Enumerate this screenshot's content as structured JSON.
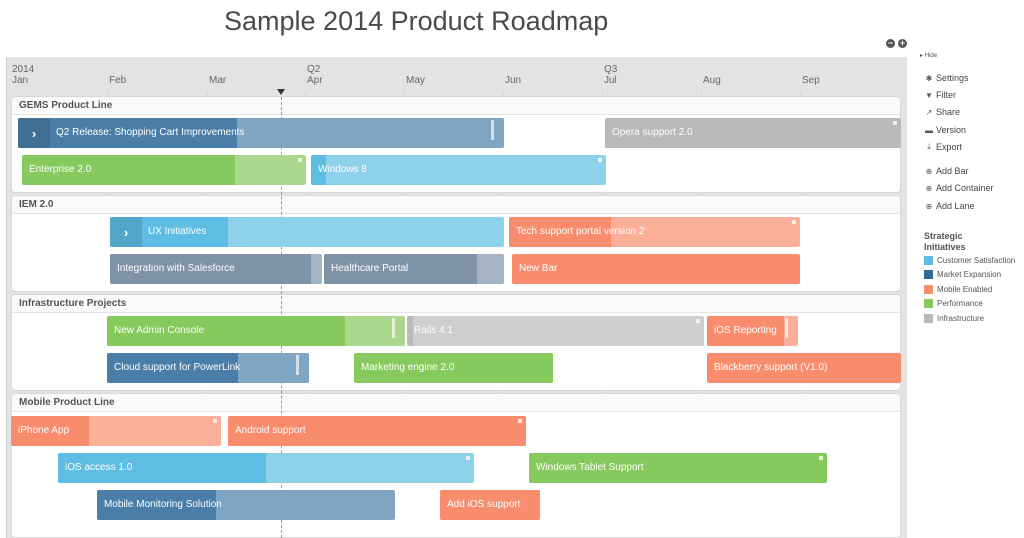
{
  "title": "Sample 2014 Product Roadmap",
  "colors": {
    "customer_satisfaction": "#5ebde3",
    "market_expansion": "#4a7ea8",
    "mobile_enabled": "#f98c6c",
    "performance": "#86c95c",
    "infrastructure": "#b9b9b9",
    "salesforce_grey_blue": "#7f93a8"
  },
  "timeline": {
    "year_label": "2014",
    "quarter_labels": [
      "Q2",
      "Q3"
    ],
    "months": [
      "Jan",
      "Feb",
      "Mar",
      "Apr",
      "May",
      "Jun",
      "Jul",
      "Aug",
      "Sep"
    ]
  },
  "containers": [
    {
      "title": "GEMS Product Line",
      "bars": [
        {
          "label": "Q2 Release: Shopping Cart Improvements",
          "chevron": true,
          "color": "#4a7ea8",
          "progress": 0.45
        },
        {
          "label": "Opera support 2.0",
          "color": "#b9b9b9",
          "progress": 1
        },
        {
          "label": "Enterprise 2.0",
          "color": "#86c95c",
          "progress": 0.75
        },
        {
          "label": "Windows 8",
          "color": "#5ebde3",
          "progress": 0.05
        }
      ]
    },
    {
      "title": "IEM 2.0",
      "bars": [
        {
          "label": "UX Initiatives",
          "chevron": true,
          "color": "#5ebde3",
          "progress": 0.3
        },
        {
          "label": "Tech support portal version 2",
          "color": "#f98c6c",
          "progress": 0.35
        },
        {
          "label": "Integration with Salesforce",
          "color": "#7f93a8",
          "progress": 0.95
        },
        {
          "label": "Healthcare Portal",
          "color": "#7f93a8",
          "progress": 0.85
        },
        {
          "label": "New Bar",
          "color": "#f98c6c",
          "progress": 1
        }
      ]
    },
    {
      "title": "Infrastructure Projects",
      "bars": [
        {
          "label": "New Admin Console",
          "color": "#86c95c",
          "progress": 0.8
        },
        {
          "label": "Rails 4.1",
          "color": "#b9b9b9",
          "progress": 0.02
        },
        {
          "label": "iOS Reporting",
          "color": "#f98c6c",
          "progress": 0.85
        },
        {
          "label": "Cloud support for PowerLink",
          "color": "#4a7ea8",
          "progress": 0.65
        },
        {
          "label": "Marketing engine 2.0",
          "color": "#86c95c",
          "progress": 1
        },
        {
          "label": "Blackberry support (V1.0)",
          "color": "#f98c6c",
          "progress": 1
        }
      ]
    },
    {
      "title": "Mobile Product Line",
      "bars": [
        {
          "label": "iPhone App",
          "color": "#f98c6c",
          "progress": 0.37
        },
        {
          "label": "Android support",
          "color": "#f98c6c",
          "progress": 1
        },
        {
          "label": "iOS access 1.0",
          "color": "#5ebde3",
          "progress": 0.5
        },
        {
          "label": "Windows Tablet Support",
          "color": "#86c95c",
          "progress": 1
        },
        {
          "label": "Mobile Monitoring Solution",
          "color": "#4a7ea8",
          "progress": 0.4
        },
        {
          "label": "Add iOS support",
          "color": "#f98c6c",
          "progress": 1
        }
      ]
    }
  ],
  "sidebar": {
    "hide_label": "Hide",
    "menu": [
      {
        "label": "Settings",
        "icon": "gear-icon"
      },
      {
        "label": "Filter",
        "icon": "filter-icon"
      },
      {
        "label": "Share",
        "icon": "share-icon"
      },
      {
        "label": "Version",
        "icon": "version-icon"
      },
      {
        "label": "Export",
        "icon": "export-icon"
      }
    ],
    "add_actions": [
      {
        "label": "Add Bar",
        "icon": "plus-circle-icon"
      },
      {
        "label": "Add Container",
        "icon": "plus-circle-icon"
      },
      {
        "label": "Add Lane",
        "icon": "plus-circle-icon"
      }
    ],
    "legend_title_1": "Strategic",
    "legend_title_2": "Initiatives",
    "legend": [
      {
        "label": "Customer Satisfaction",
        "color": "#5ebde3"
      },
      {
        "label": "Market Expansion",
        "color": "#2c6a99"
      },
      {
        "label": "Mobile Enabled",
        "color": "#f98c6c"
      },
      {
        "label": "Performance",
        "color": "#86c95c"
      },
      {
        "label": "Infrastructure",
        "color": "#b9b9b9"
      }
    ]
  }
}
